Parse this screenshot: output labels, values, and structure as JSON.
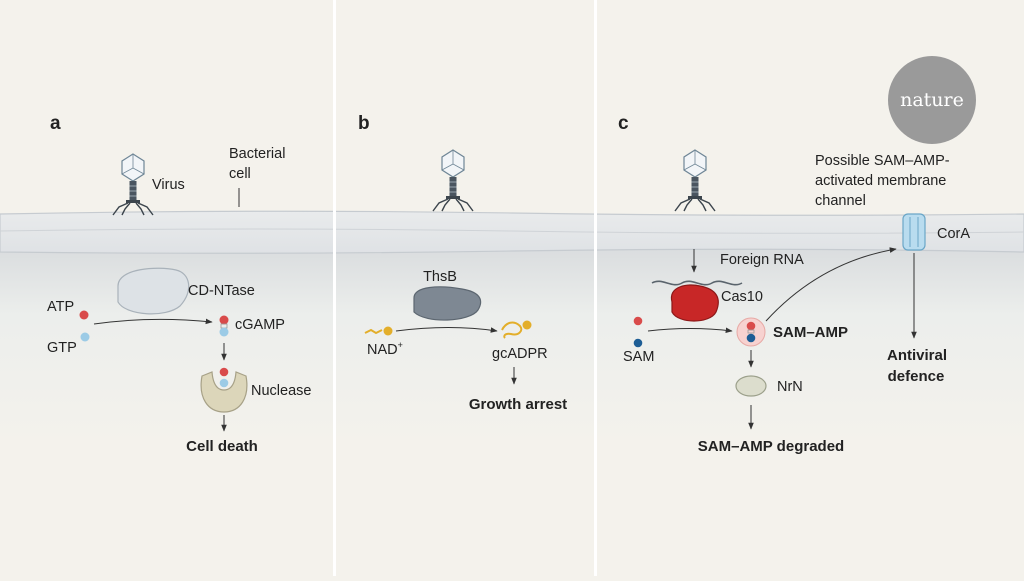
{
  "logo": "nature",
  "panels": {
    "a": {
      "letter": "a",
      "virus": "Virus",
      "bacterial_cell_1": "Bacterial",
      "bacterial_cell_2": "cell",
      "enzyme": "CD-NTase",
      "atp": "ATP",
      "gtp": "GTP",
      "product": "cGAMP",
      "effector": "Nuclease",
      "outcome": "Cell death"
    },
    "b": {
      "letter": "b",
      "enzyme": "ThsB",
      "substrate_base": "NAD",
      "substrate_sup": "+",
      "product": "gcADPR",
      "outcome": "Growth arrest"
    },
    "c": {
      "letter": "c",
      "foreign_rna": "Foreign RNA",
      "enzyme": "Cas10",
      "substrate": "SAM",
      "product": "SAM–AMP",
      "degrader": "NrN",
      "degraded": "SAM–AMP degraded",
      "channel_note_1": "Possible SAM–AMP-",
      "channel_note_2": "activated membrane",
      "channel_note_3": "channel",
      "channel": "CorA",
      "outcome_1": "Antiviral",
      "outcome_2": "defence"
    }
  },
  "colors": {
    "background": "#f4f2ec",
    "membrane": "#e3e6e8",
    "atp_red": "#d94b4b",
    "gtp_blue": "#9ccbe6",
    "nad_yellow": "#e3ae2a",
    "sam_blue": "#1d5d95",
    "cas10_red": "#c82727",
    "logo_grey": "#9a9a9a"
  }
}
